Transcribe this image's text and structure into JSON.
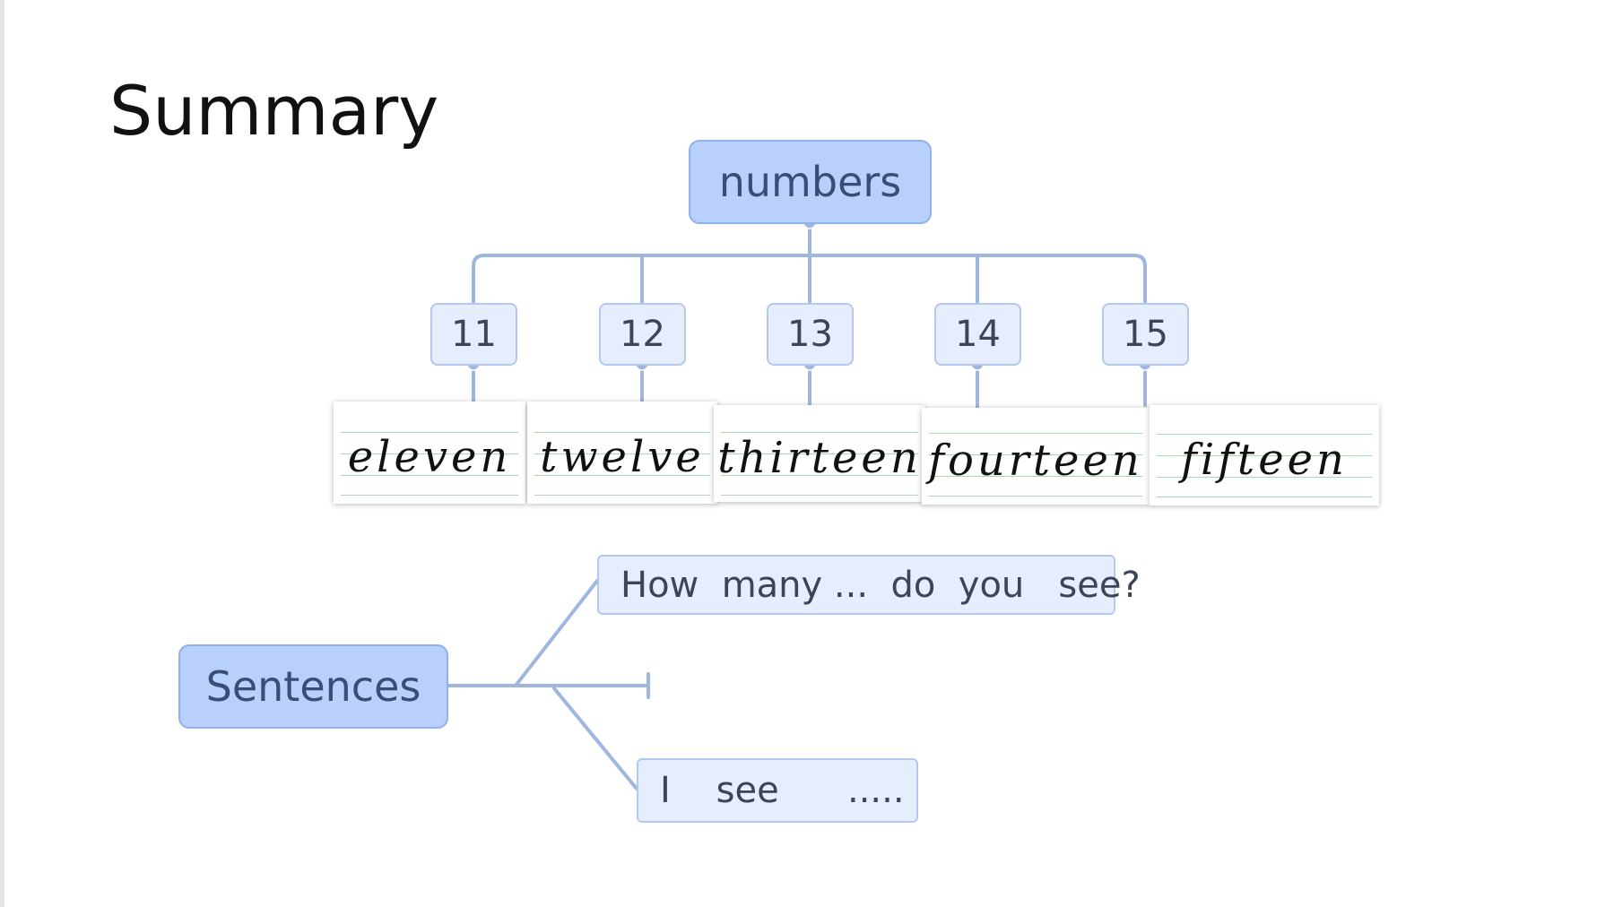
{
  "title": "Summary",
  "numbers_node": {
    "label": "numbers"
  },
  "number_nodes": [
    {
      "number": "11",
      "word": "eleven"
    },
    {
      "number": "12",
      "word": "twelve"
    },
    {
      "number": "13",
      "word": "thirteen"
    },
    {
      "number": "14",
      "word": "fourteen"
    },
    {
      "number": "15",
      "word": "fifteen"
    }
  ],
  "sentences_node": {
    "label": "Sentences",
    "branches": [
      "How  many ...  do  you   see?",
      "I    see      ....."
    ]
  },
  "colors": {
    "main_node_fill": "#b8d0fb",
    "sub_node_fill": "#e6eefd",
    "connector": "#9fb6e0",
    "text": "#3d4455"
  }
}
